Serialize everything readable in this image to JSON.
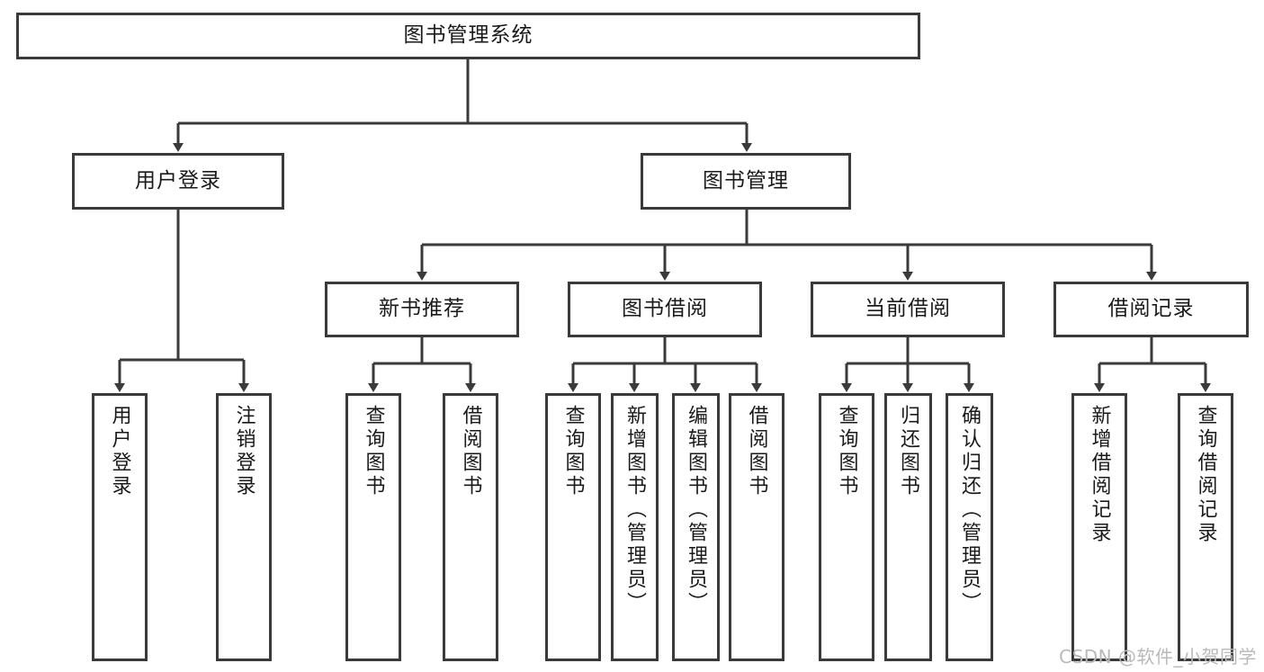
{
  "diagram": {
    "type": "hierarchy-tree",
    "title": "图书管理系统",
    "colors": {
      "box_border": "#3a3a3a",
      "box_fill": "#ffffff",
      "connector": "#3a3a3a",
      "text": "#1a1a1a",
      "watermark": "#b9b9b9"
    },
    "root": {
      "label": "图书管理系统"
    },
    "level2": [
      {
        "label": "用户登录"
      },
      {
        "label": "图书管理"
      }
    ],
    "level3": [
      {
        "label": "新书推荐"
      },
      {
        "label": "图书借阅"
      },
      {
        "label": "当前借阅"
      },
      {
        "label": "借阅记录"
      }
    ],
    "leaves": [
      {
        "label": "用户登录",
        "parent": "用户登录"
      },
      {
        "label": "注销登录",
        "parent": "用户登录"
      },
      {
        "label": "查询图书",
        "parent": "新书推荐"
      },
      {
        "label": "借阅图书",
        "parent": "新书推荐"
      },
      {
        "label": "查询图书",
        "parent": "图书借阅"
      },
      {
        "label": "新增图书（管理员）",
        "parent": "图书借阅"
      },
      {
        "label": "编辑图书（管理员）",
        "parent": "图书借阅"
      },
      {
        "label": "借阅图书",
        "parent": "图书借阅"
      },
      {
        "label": "查询图书",
        "parent": "当前借阅"
      },
      {
        "label": "归还图书",
        "parent": "当前借阅"
      },
      {
        "label": "确认归还（管理员）",
        "parent": "当前借阅"
      },
      {
        "label": "新增借阅记录",
        "parent": "借阅记录"
      },
      {
        "label": "查询借阅记录",
        "parent": "借阅记录"
      }
    ],
    "watermark": "CSDN @软件_小贺同学"
  }
}
